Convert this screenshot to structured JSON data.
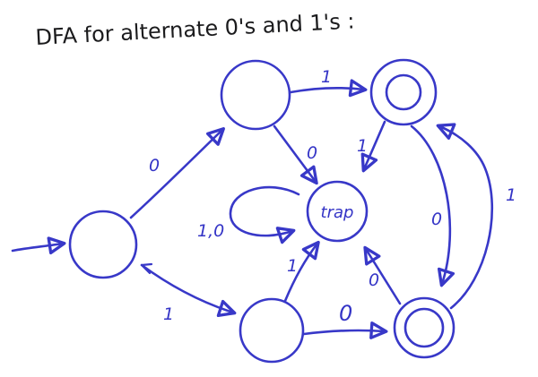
{
  "title": "DFA for alternate 0's and 1's :",
  "ink": {
    "diagram_color": "#3838c8",
    "title_color": "#1b1b1d",
    "background": "#ffffff"
  },
  "diagram": {
    "type": "state-machine",
    "description": "Hand-drawn DFA accepting strings of alternating 0's and 1's",
    "start_state": "start",
    "states": [
      {
        "id": "start",
        "label": "",
        "accepting": false,
        "start": true
      },
      {
        "id": "top",
        "label": "",
        "accepting": false,
        "start": false
      },
      {
        "id": "top-accept",
        "label": "",
        "accepting": true,
        "start": false
      },
      {
        "id": "trap",
        "label": "trap",
        "accepting": false,
        "start": false
      },
      {
        "id": "bottom",
        "label": "",
        "accepting": false,
        "start": false
      },
      {
        "id": "bottom-accept",
        "label": "",
        "accepting": true,
        "start": false
      }
    ],
    "transitions": [
      {
        "from": "start",
        "to": "top",
        "label": "0"
      },
      {
        "from": "start",
        "to": "bottom",
        "label": "1"
      },
      {
        "from": "top",
        "to": "top-accept",
        "label": "1"
      },
      {
        "from": "top",
        "to": "trap",
        "label": "0"
      },
      {
        "from": "top-accept",
        "to": "trap",
        "label": "1"
      },
      {
        "from": "top-accept",
        "to": "bottom-accept",
        "label": "0"
      },
      {
        "from": "bottom",
        "to": "trap",
        "label": "1"
      },
      {
        "from": "bottom",
        "to": "bottom-accept",
        "label": "0"
      },
      {
        "from": "bottom-accept",
        "to": "trap",
        "label": "0"
      },
      {
        "from": "bottom-accept",
        "to": "top-accept",
        "label": "1"
      },
      {
        "from": "trap",
        "to": "trap",
        "label": "1,0"
      }
    ]
  }
}
